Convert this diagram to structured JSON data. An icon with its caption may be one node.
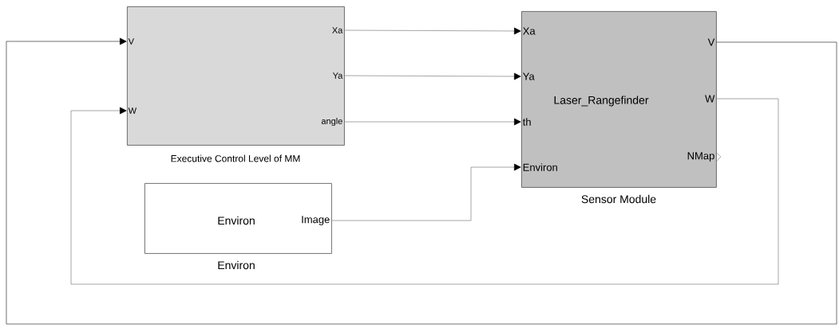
{
  "diagram": {
    "nodes": [
      {
        "text": [],
        "shape": "box",
        "beside": [
          "Executive Control Level of MM"
        ]
      },
      {
        "text": [
          "V"
        ],
        "in": 0
      },
      {
        "text": [
          "W"
        ],
        "in": 0
      },
      {
        "text": [
          "Xa"
        ],
        "in": 0
      },
      {
        "text": [
          "Ya"
        ],
        "in": 0
      },
      {
        "text": [
          "angle"
        ],
        "in": 0
      },
      {
        "text": [
          "Laser_Rangefinder"
        ],
        "beside": [
          "Sensor Module"
        ]
      },
      {
        "text": [
          "Xa"
        ],
        "in": 6
      },
      {
        "text": [
          "Ya"
        ],
        "in": 6
      },
      {
        "text": [
          "th"
        ],
        "in": 6
      },
      {
        "text": [
          "Environ"
        ],
        "in": 6
      },
      {
        "text": [
          "V"
        ],
        "in": 6
      },
      {
        "text": [
          "W"
        ],
        "in": 6
      },
      {
        "text": [
          "NMap"
        ],
        "in": 6
      },
      {
        "text": [
          "Environ"
        ],
        "beside": [
          "Environ"
        ]
      },
      {
        "text": [
          "Image"
        ],
        "in": 14
      }
    ],
    "edges": [
      {
        "from": 3,
        "to": 7,
        "arrow": "to"
      },
      {
        "from": 4,
        "to": 8,
        "arrow": "to"
      },
      {
        "from": 5,
        "to": 9,
        "arrow": "to"
      },
      {
        "from": 15,
        "to": 10,
        "arrow": "to"
      },
      {
        "from": 11,
        "to": 1,
        "arrow": "to",
        "color": "#333333"
      },
      {
        "from": 12,
        "to": 2,
        "arrow": "to"
      }
    ]
  }
}
